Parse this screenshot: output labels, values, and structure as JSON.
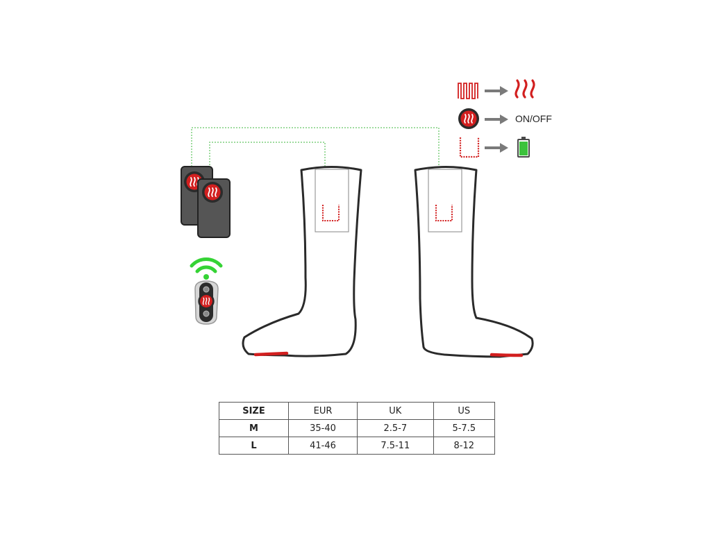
{
  "legend": {
    "items": [
      {
        "symbol": "heating-element",
        "result": "heat-waves",
        "result_label": ""
      },
      {
        "symbol": "power-button",
        "result": "text",
        "result_label": "ON/OFF"
      },
      {
        "symbol": "battery-pocket",
        "result": "battery",
        "result_label": ""
      }
    ]
  },
  "colors": {
    "heating_red": "#d21f1f",
    "sock_outline": "#2a2a2a",
    "battery_green": "#3cc23c",
    "wifi_green": "#35d335",
    "connector_green": "#7fcf7f",
    "arrow_gray": "#7a7a7a",
    "battery_case": "#4a4a4a"
  },
  "size_table": {
    "headers": [
      "SIZE",
      "EUR",
      "UK",
      "US"
    ],
    "rows": [
      [
        "M",
        "35-40",
        "2.5-7",
        "5-7.5"
      ],
      [
        "L",
        "41-46",
        "7.5-11",
        "8-12"
      ]
    ]
  }
}
